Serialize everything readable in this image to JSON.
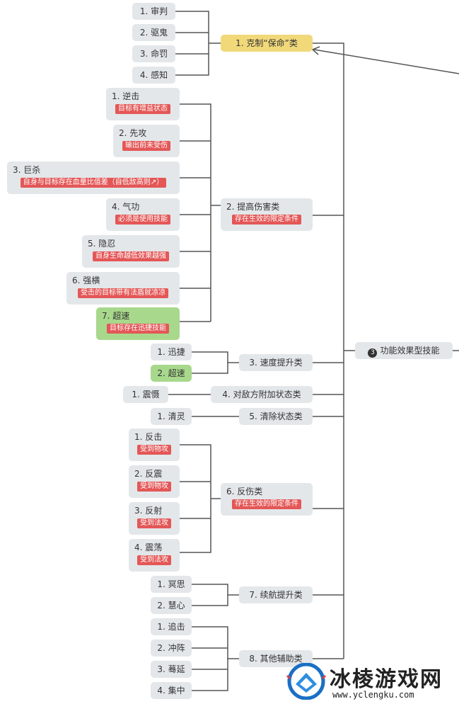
{
  "root": {
    "num": "3",
    "label": "功能效果型技能"
  },
  "categories": [
    {
      "label": "1. 克制“保命”类",
      "children": [
        {
          "label": "1. 审判"
        },
        {
          "label": "2. 驱鬼"
        },
        {
          "label": "3. 命罚"
        },
        {
          "label": "4. 感知"
        }
      ]
    },
    {
      "label": "2. 提高伤害类",
      "tag": "存在生效的限定条件",
      "children": [
        {
          "label": "1. 逆击",
          "tag": "目标有增益状态"
        },
        {
          "label": "2. 先攻",
          "tag": "输出前未受伤"
        },
        {
          "label": "3. 巨杀",
          "tag": "自身与目标存在血量比值差（自低敌高则↗）"
        },
        {
          "label": "4. 气功",
          "tag": "必须是使用技能"
        },
        {
          "label": "5. 隐忍",
          "tag": "自身生命越低效果越强"
        },
        {
          "label": "6. 强横",
          "tag": "受击的目标带有法盾就凉凉"
        },
        {
          "label": "7. 超速",
          "tag": "目标存在迅捷技能"
        }
      ]
    },
    {
      "label": "3. 速度提升类",
      "children": [
        {
          "label": "1. 迅捷"
        },
        {
          "label": "2. 超速"
        }
      ]
    },
    {
      "label": "4. 对敌方附加状态类",
      "children": [
        {
          "label": "1. 震慑"
        }
      ]
    },
    {
      "label": "5. 清除状态类",
      "children": [
        {
          "label": "1. 清灵"
        }
      ]
    },
    {
      "label": "6. 反伤类",
      "tag": "存在生效的限定条件",
      "children": [
        {
          "label": "1. 反击",
          "tag": "受到物攻"
        },
        {
          "label": "2. 反震",
          "tag": "受到物攻"
        },
        {
          "label": "3. 反射",
          "tag": "受到法攻"
        },
        {
          "label": "4. 震荡",
          "tag": "受到法攻"
        }
      ]
    },
    {
      "label": "7. 续航提升类",
      "children": [
        {
          "label": "1. 冥思"
        },
        {
          "label": "2. 慧心"
        }
      ]
    },
    {
      "label": "8. 其他辅助类",
      "children": [
        {
          "label": "1. 追击"
        },
        {
          "label": "2. 冲阵"
        },
        {
          "label": "3. 蓦延"
        },
        {
          "label": "4. 集中"
        }
      ]
    }
  ],
  "watermark": {
    "brand": "冰棱游戏网",
    "site": "www.yclengku.com"
  },
  "colors": {
    "node": "#e3e7ea",
    "highlight": "#f1d97a",
    "green": "#a8d88c",
    "tag": "#e45757",
    "line": "#555555"
  }
}
